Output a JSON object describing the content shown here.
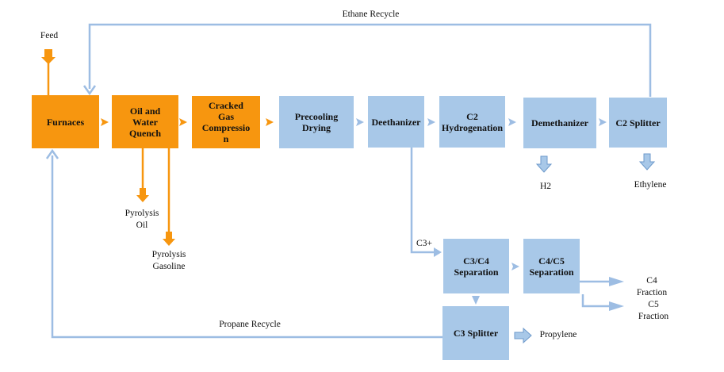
{
  "colors": {
    "orange": "#F7960F",
    "blue_box": "#A8C8E8",
    "blue_line": "#9DBDE3"
  },
  "boxes": {
    "furnaces": "Furnaces",
    "oil_water_quench": "Oil and\nWater\nQuench",
    "cracked_gas": "Cracked\nGas\nCompressio\nn",
    "precooling": "Precooling\nDrying",
    "deethanizer": "Deethanizer",
    "c2_hydrogenation": "C2\nHydrogenation",
    "demethanizer": "Demethanizer",
    "c2_splitter": "C2 Splitter",
    "c3c4_separation": "C3/C4\nSeparation",
    "c4c5_separation": "C4/C5\nSeparation",
    "c3_splitter": "C3 Splitter"
  },
  "labels": {
    "ethane_recycle": "Ethane Recycle",
    "feed": "Feed",
    "pyrolysis_oil": "Pyrolysis\nOil",
    "pyrolysis_gasoline": "Pyrolysis\nGasoline",
    "h2": "H2",
    "ethylene": "Ethylene",
    "c3_plus": "C3+",
    "c4_fraction": "C4\nFraction",
    "c5_fraction": "C5\nFraction",
    "propane_recycle": "Propane Recycle",
    "propylene": "Propylene"
  }
}
